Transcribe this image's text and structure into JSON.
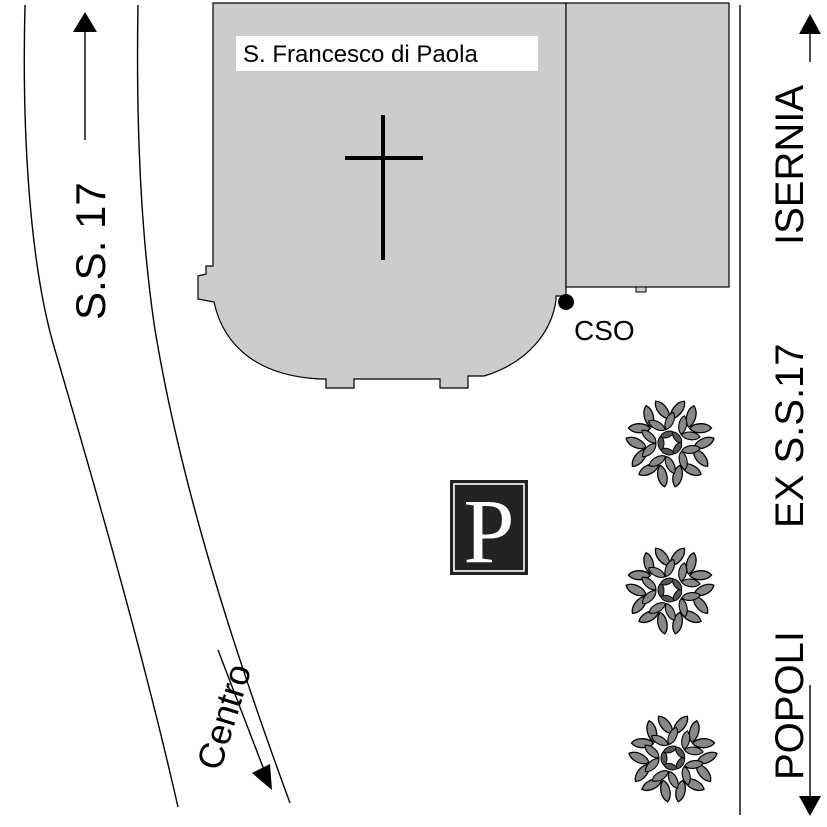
{
  "labels": {
    "church": "S. Francesco di Paola",
    "cso": "CSO",
    "left_road": "S.S. 17",
    "centro": "Centro",
    "isernia": "ISERNIA",
    "ex_road": "EX S.S.17",
    "popoli": "POPOLI",
    "parking": "P"
  },
  "icons": {
    "cross": "cross-icon",
    "parking": "parking-icon",
    "tree": "tree-icon"
  },
  "colors": {
    "building_fill": "#cccccc",
    "parking_bg": "#222222",
    "tree_leaf": "#888888",
    "ink": "#000000"
  }
}
